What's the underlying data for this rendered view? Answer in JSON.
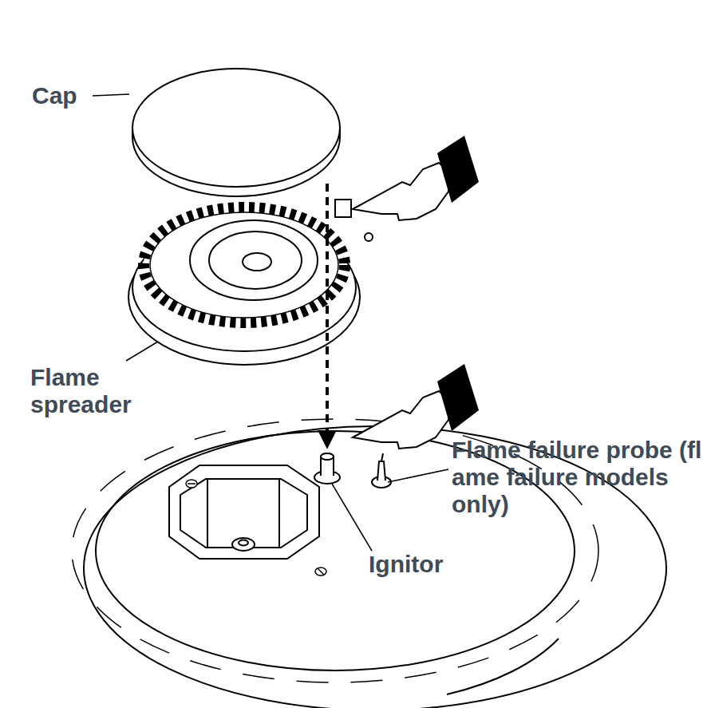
{
  "diagram": {
    "labels": [
      "Cap",
      "Flame spreader",
      "Flame failure probe (fl ame failure models only)",
      "Ignitor"
    ]
  }
}
